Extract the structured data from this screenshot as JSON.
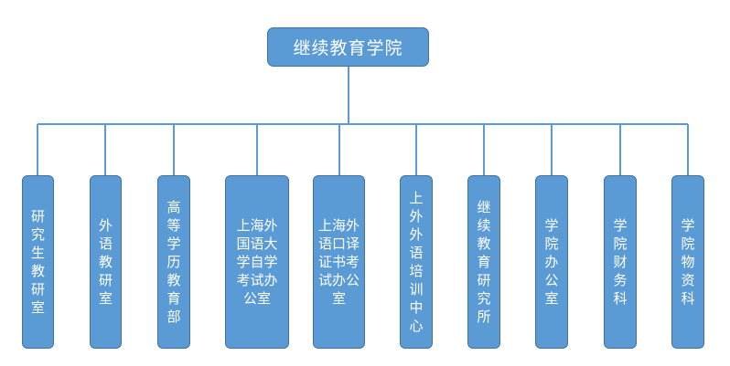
{
  "root": {
    "label": "继续教育学院"
  },
  "children": [
    {
      "label": "研究生教研室"
    },
    {
      "label": "外语教研室"
    },
    {
      "label": "高等学历教育部"
    },
    {
      "label": "上海外国语大学自学考试办公室"
    },
    {
      "label": "上海外语口译证书考试办公室"
    },
    {
      "label": "上外外语培训中心"
    },
    {
      "label": "继续教育研究所"
    },
    {
      "label": "学院办公室"
    },
    {
      "label": "学院财务科"
    },
    {
      "label": "学院物资科"
    }
  ],
  "colors": {
    "box_fill": "#5b9bd5",
    "box_border": "#41719c",
    "connector": "#5b9bd5",
    "text": "#ffffff"
  }
}
